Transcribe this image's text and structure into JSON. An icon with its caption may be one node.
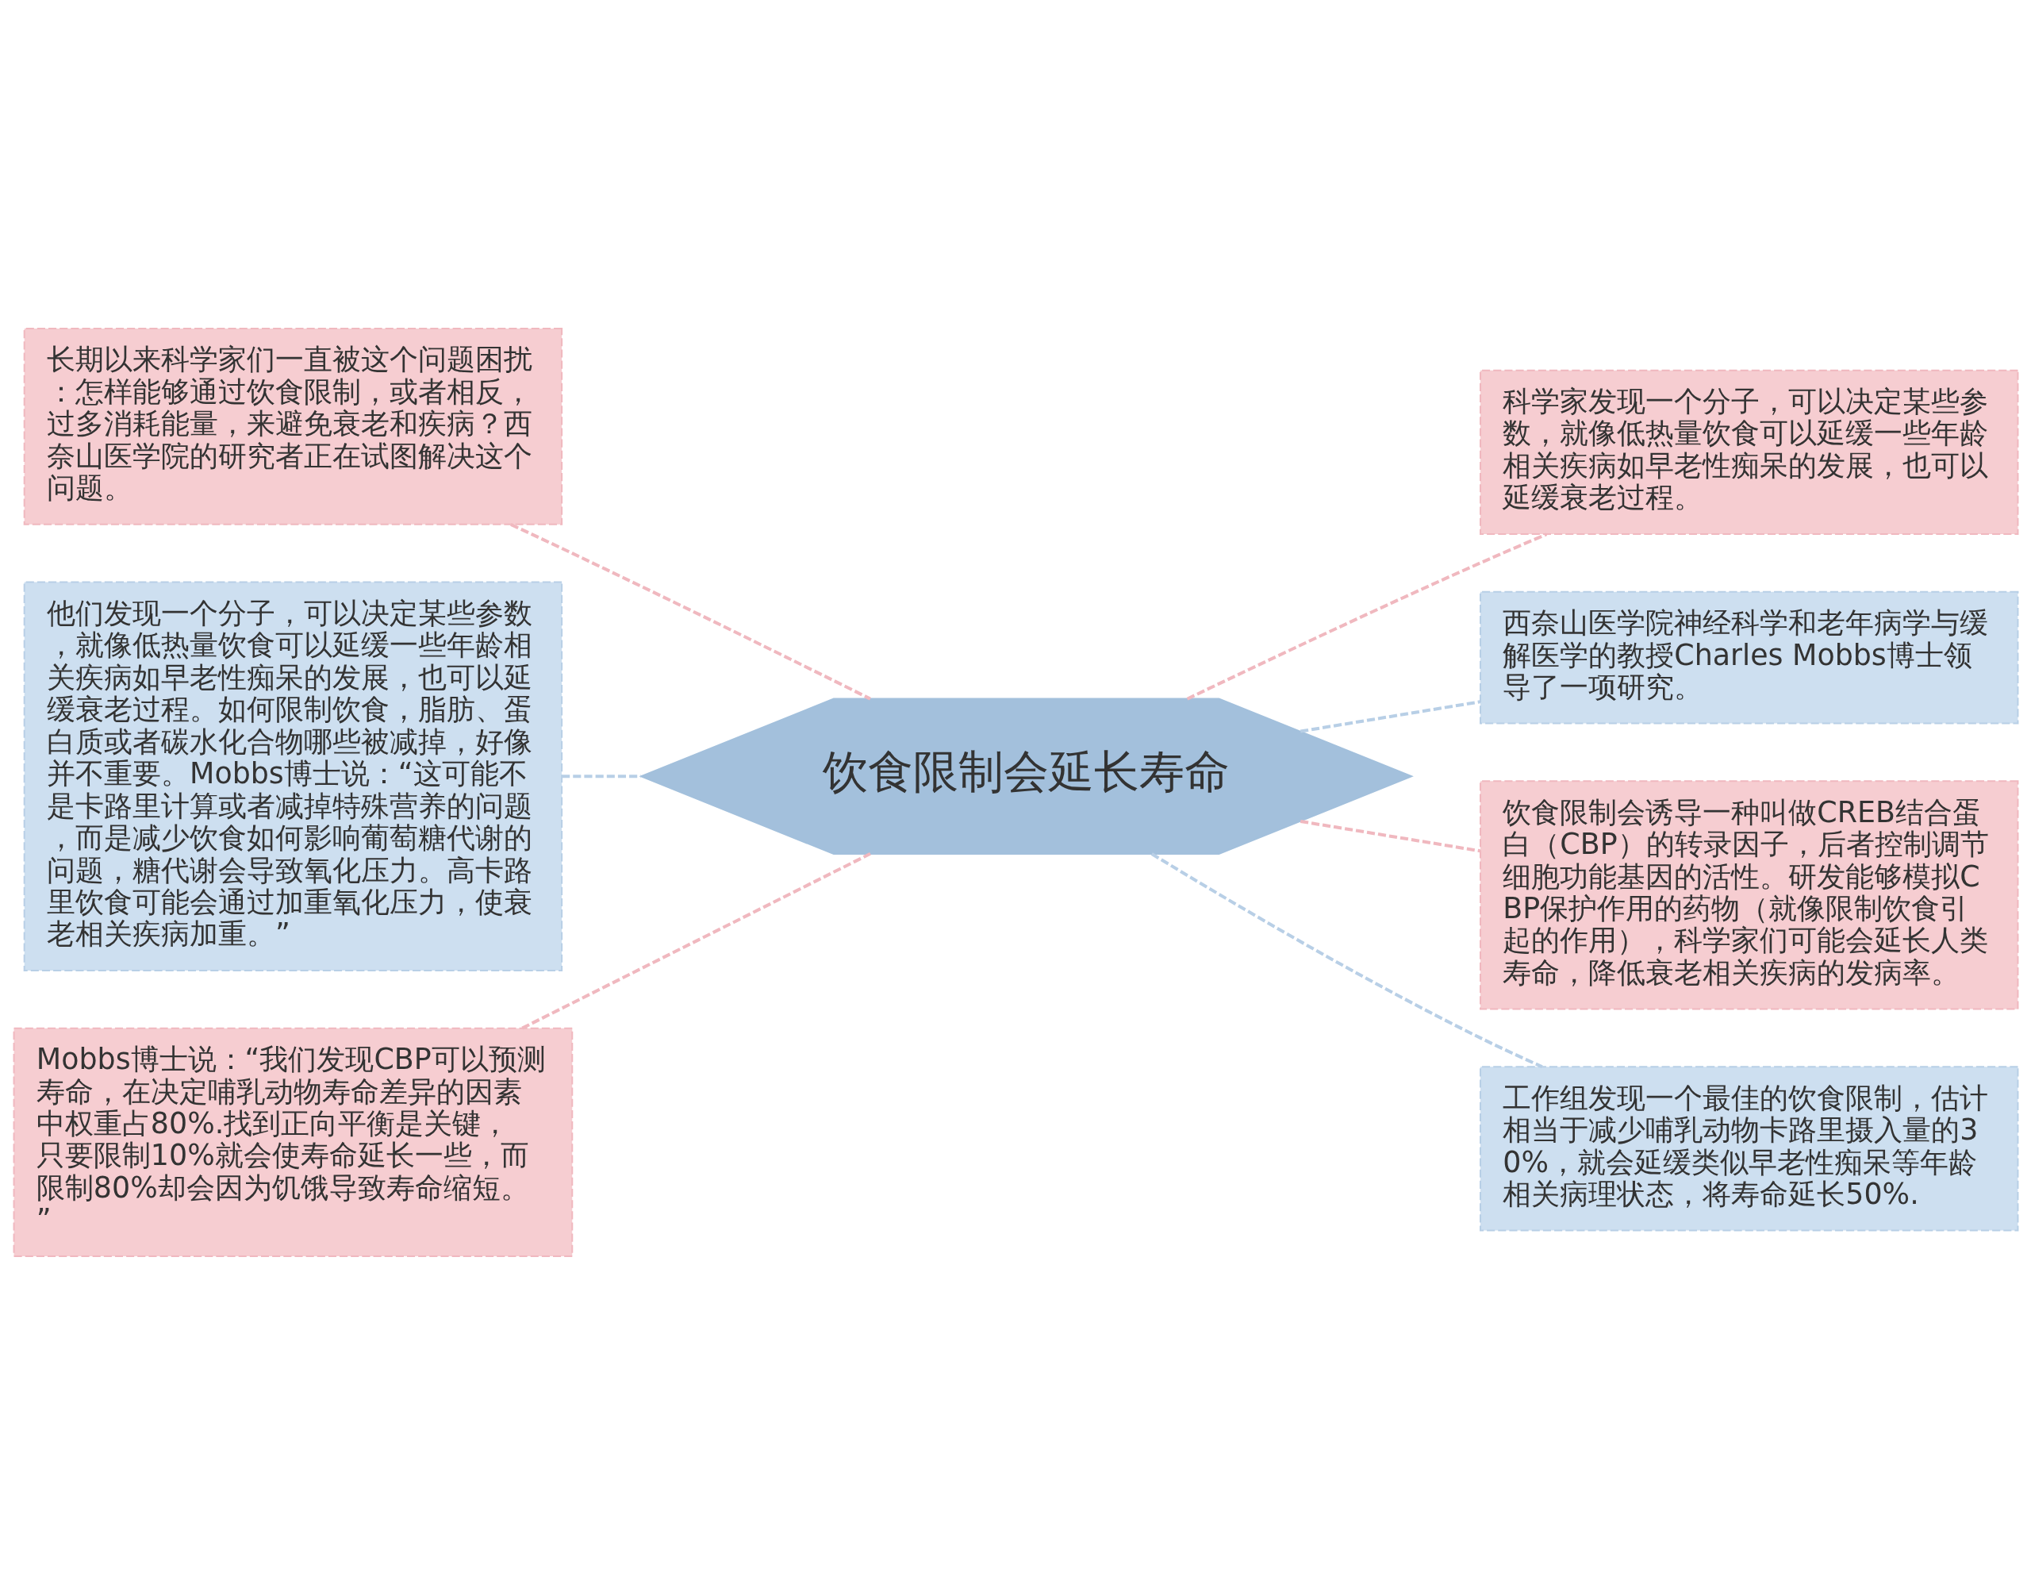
{
  "diagram": {
    "nodes": [
      {
        "text": [
          "饮食限制会延长寿命"
        ]
      },
      {
        "text": [
          "长期以来科学家们一直被这个问题困扰：怎样能够通过饮食限制，或者相反，过多消耗能量，来避免衰老和疾病？西奈山医学院的研究者正在试图解决这个问题。"
        ]
      },
      {
        "text": [
          "他们发现一个分子，可以决定某些参数，就像低热量饮食可以延缓一些年龄相关疾病如早老性痴呆的发展，也可以延缓衰老过程。如何限制饮食，脂肪、蛋白质或者碳水化合物哪些被减掉，好像并不重要。Mobbs博士说：“这可能不是卡路里计算或者减掉特殊营养的问题，而是减少饮食如何影响葡萄糖代谢的问题，糖代谢会导致氧化压力。高卡路里饮食可能会通过加重氧化压力，使衰老相关疾病加重。”"
        ]
      },
      {
        "text": [
          "Mobbs博士说：“我们发现CBP可以预测寿命，在决定哺乳动物寿命差异的因素中权重占80%.找到正向平衡是关键，只要限制10%就会使寿命延长一些，而限制80%却会因为饥饿导致寿命缩短。”"
        ]
      },
      {
        "text": [
          "科学家发现一个分子，可以决定某些参数，就像低热量饮食可以延缓一些年龄相关疾病如早老性痴呆的发展，也可以延缓衰老过程。"
        ]
      },
      {
        "text": [
          "西奈山医学院神经科学和老年病学与缓解医学的教授Charles Mobbs博士领导了一项研究。"
        ]
      },
      {
        "text": [
          "饮食限制会诱导一种叫做CREB结合蛋白（CBP）的转录因子，后者控制调节细胞功能基因的活性。研发能够模拟CBP保护作用的药物（就像限制饮食引起的作用），科学家们可能会延长人类寿命，降低衰老相关疾病的发病率。"
        ]
      },
      {
        "text": [
          "工作组发现一个最佳的饮食限制，估计相当于减少哺乳动物卡路里摄入量的30%，就会延缓类似早老性痴呆等年龄相关病理状态，将寿命延长50%."
        ]
      }
    ],
    "edges": [
      {
        "from": 0,
        "to": 1,
        "arrow": "none",
        "style": "dashed",
        "color": "#f0b8bf"
      },
      {
        "from": 0,
        "to": 2,
        "arrow": "none",
        "style": "dashed",
        "color": "#b8cfe6"
      },
      {
        "from": 0,
        "to": 3,
        "arrow": "none",
        "style": "dashed",
        "color": "#f0b8bf"
      },
      {
        "from": 0,
        "to": 4,
        "arrow": "none",
        "style": "dashed",
        "color": "#f0b8bf"
      },
      {
        "from": 0,
        "to": 5,
        "arrow": "none",
        "style": "dashed",
        "color": "#b8cfe6"
      },
      {
        "from": 0,
        "to": 6,
        "arrow": "none",
        "style": "dashed",
        "color": "#f0b8bf"
      },
      {
        "from": 0,
        "to": 7,
        "arrow": "none",
        "style": "dashed",
        "color": "#b8cfe6"
      }
    ]
  }
}
